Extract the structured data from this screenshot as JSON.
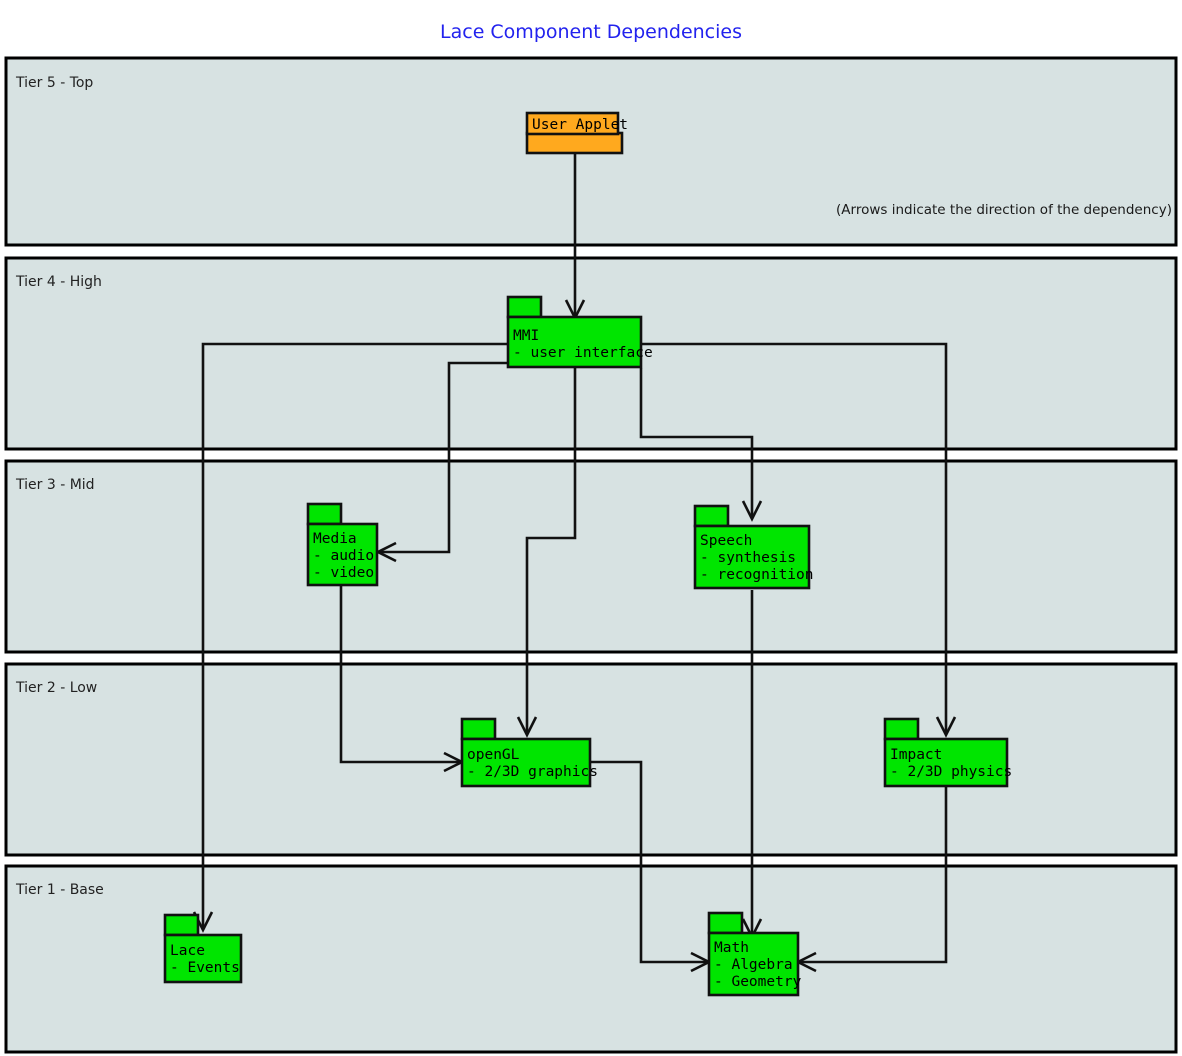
{
  "title": "Lace Component Dependencies",
  "note": "(Arrows indicate the direction of the dependency)",
  "colors": {
    "title": "#2222ee",
    "tier_fill": "#d7e2e2",
    "tier_stroke": "#000000",
    "package_green": "#00e500",
    "package_orange": "#ffa91e",
    "line": "#111111"
  },
  "tiers": [
    {
      "id": "tier5",
      "label": "Tier 5 - Top"
    },
    {
      "id": "tier4",
      "label": "Tier 4 - High"
    },
    {
      "id": "tier3",
      "label": "Tier 3 - Mid"
    },
    {
      "id": "tier2",
      "label": "Tier 2 - Low"
    },
    {
      "id": "tier1",
      "label": "Tier 1 - Base"
    }
  ],
  "packages": [
    {
      "id": "user-applet",
      "name": "User Applet",
      "lines": [],
      "color": "#ffa91e",
      "tier": "Tier 5 - Top",
      "label_in_tab": true
    },
    {
      "id": "mmi",
      "name": "MMI",
      "lines": [
        "- user interface"
      ],
      "color": "#00e500",
      "tier": "Tier 4 - High",
      "label_in_tab": false
    },
    {
      "id": "media",
      "name": "Media",
      "lines": [
        "- audio",
        "- video"
      ],
      "color": "#00e500",
      "tier": "Tier 3 - Mid",
      "label_in_tab": false
    },
    {
      "id": "speech",
      "name": "Speech",
      "lines": [
        "- synthesis",
        "- recognition"
      ],
      "color": "#00e500",
      "tier": "Tier 3 - Mid",
      "label_in_tab": false
    },
    {
      "id": "opengl",
      "name": "openGL",
      "lines": [
        "- 2/3D graphics"
      ],
      "color": "#00e500",
      "tier": "Tier 2 - Low",
      "label_in_tab": false
    },
    {
      "id": "impact",
      "name": "Impact",
      "lines": [
        "- 2/3D physics"
      ],
      "color": "#00e500",
      "tier": "Tier 2 - Low",
      "label_in_tab": false
    },
    {
      "id": "lace",
      "name": "Lace",
      "lines": [
        "- Events"
      ],
      "color": "#00e500",
      "tier": "Tier 1 - Base",
      "label_in_tab": false
    },
    {
      "id": "math",
      "name": "Math",
      "lines": [
        "- Algebra",
        "- Geometry"
      ],
      "color": "#00e500",
      "tier": "Tier 1 - Base",
      "label_in_tab": false
    }
  ],
  "dependencies": [
    {
      "from": "User Applet",
      "to": "MMI"
    },
    {
      "from": "MMI",
      "to": "Media"
    },
    {
      "from": "MMI",
      "to": "Speech"
    },
    {
      "from": "MMI",
      "to": "openGL"
    },
    {
      "from": "MMI",
      "to": "Lace"
    },
    {
      "from": "MMI",
      "to": "Impact"
    },
    {
      "from": "Media",
      "to": "openGL"
    },
    {
      "from": "Speech",
      "to": "Math"
    },
    {
      "from": "openGL",
      "to": "Math"
    },
    {
      "from": "Impact",
      "to": "Math"
    }
  ]
}
